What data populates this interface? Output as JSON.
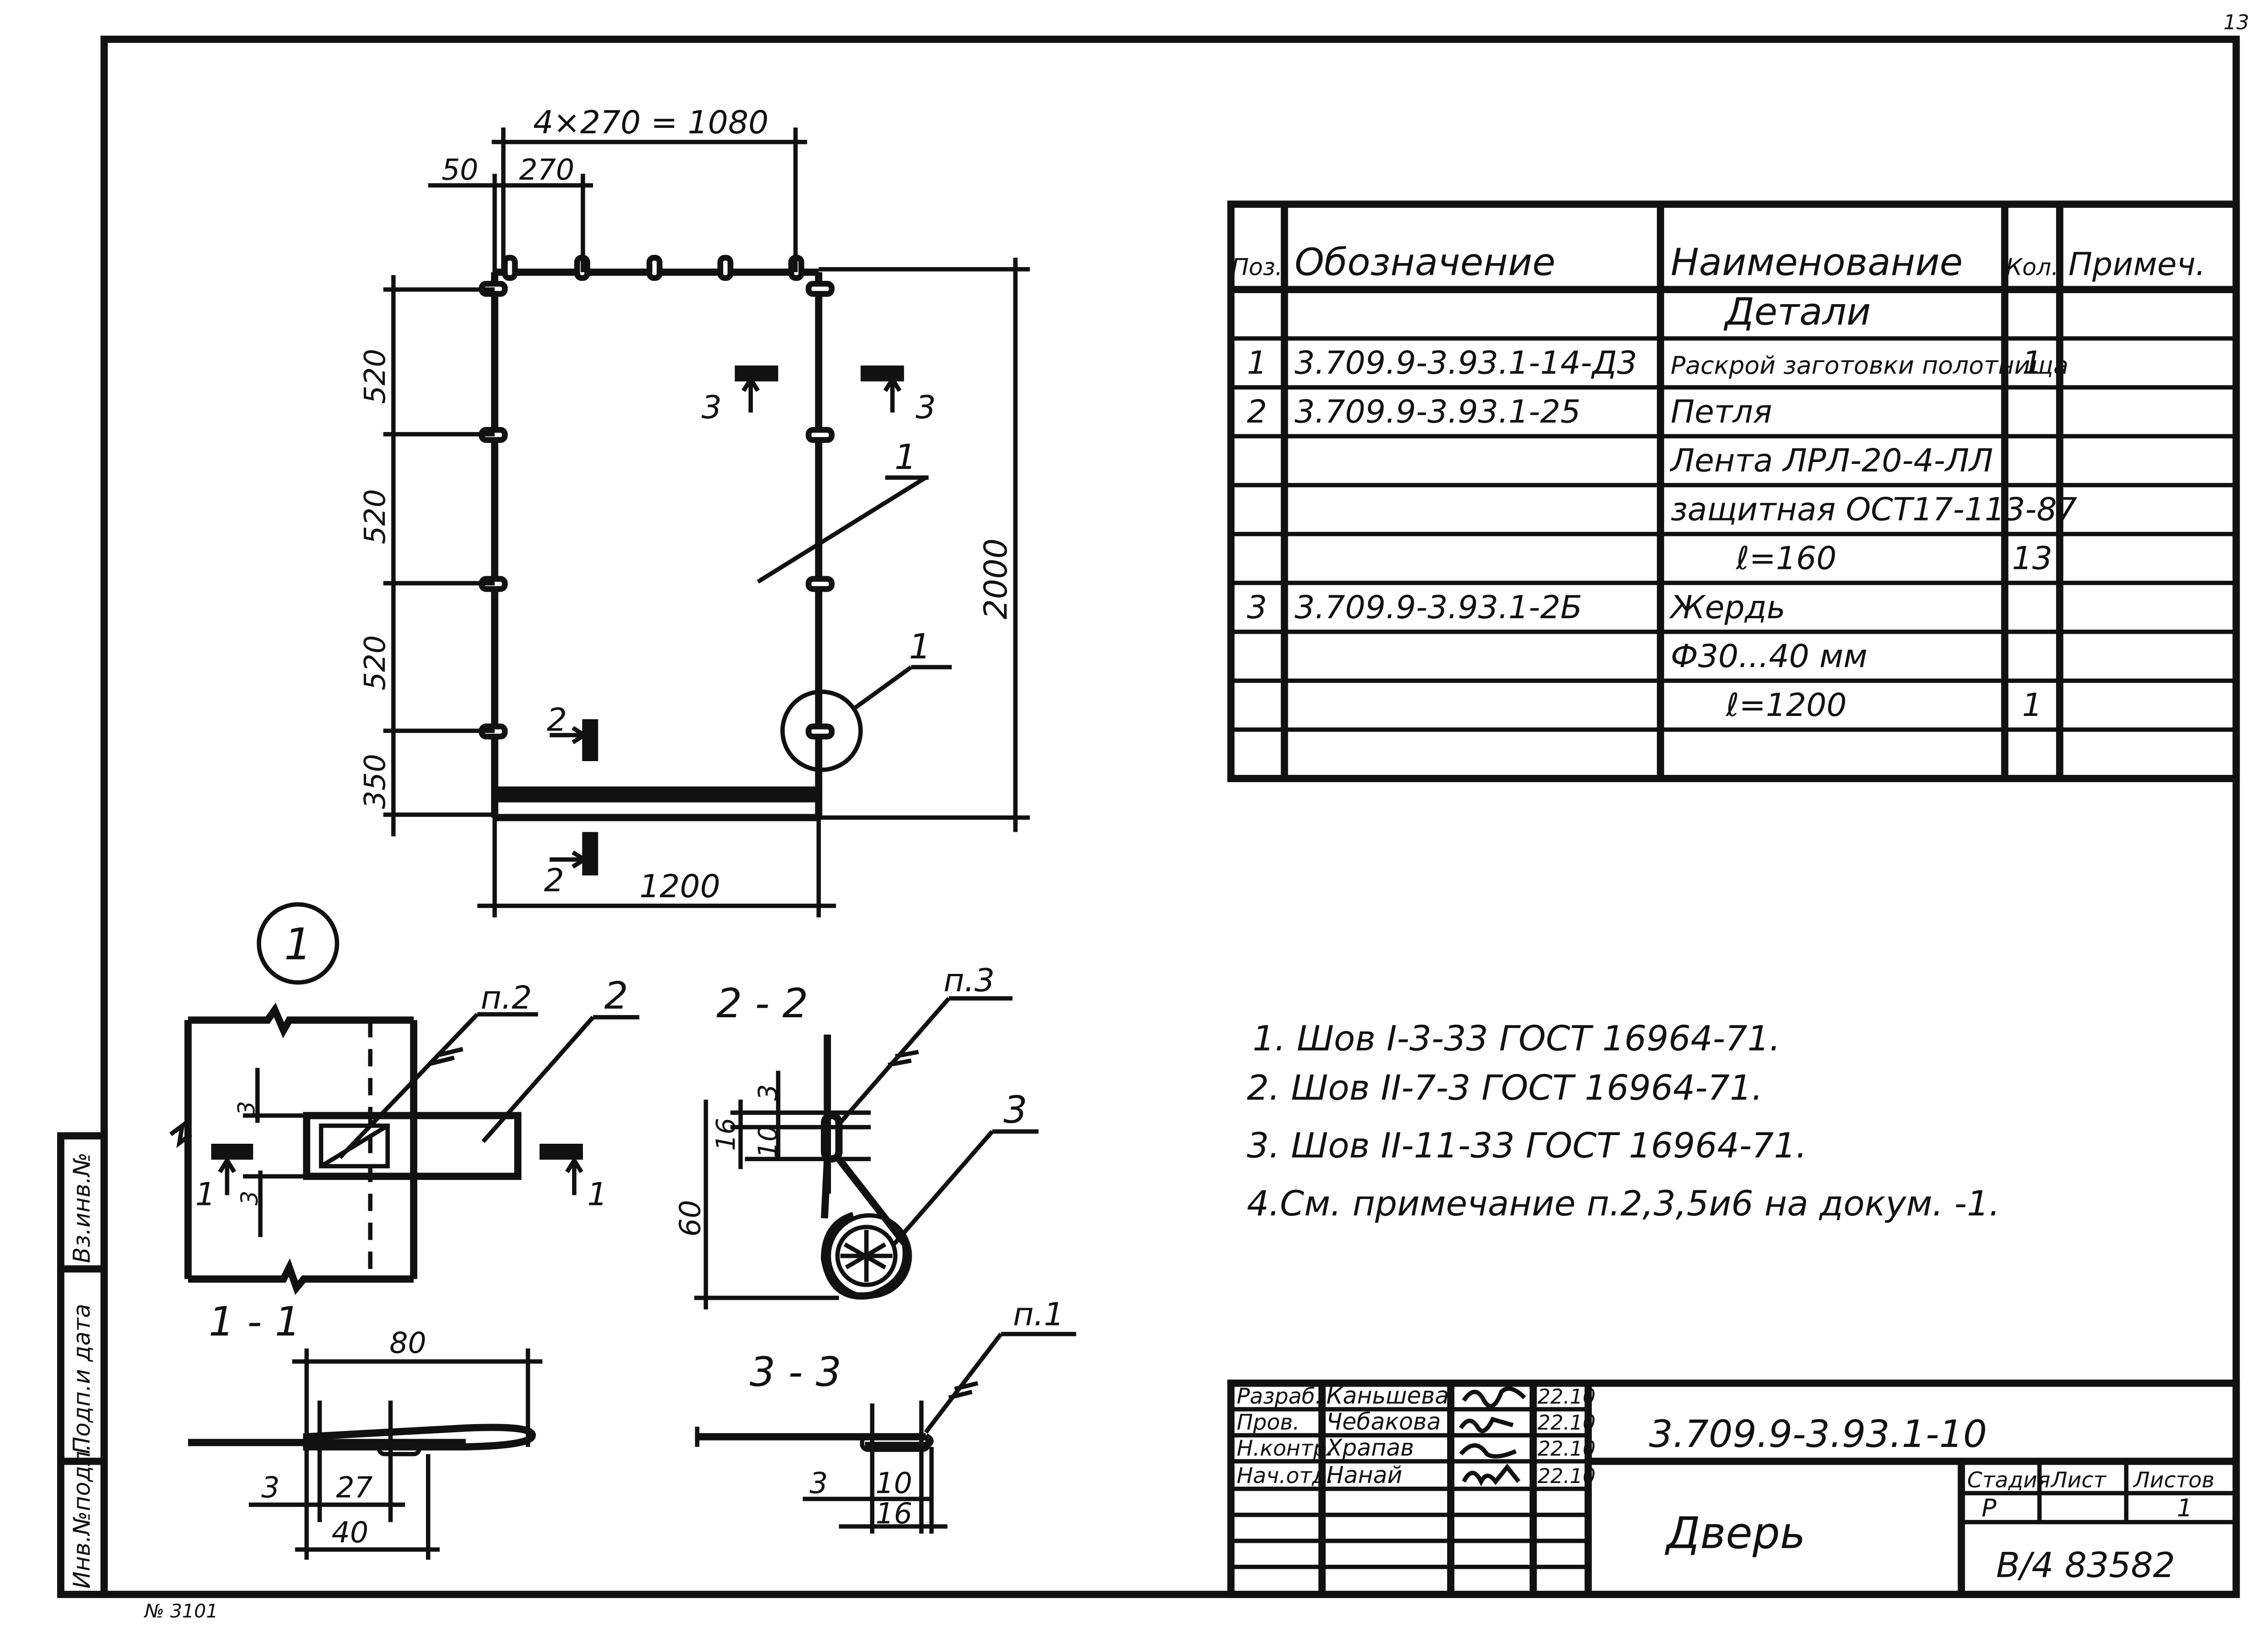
{
  "page_number": "13",
  "archive_note": "№ 3101",
  "side_stamp": {
    "inv_no": "Инв.№подл.",
    "sign_date": "Подп.и дата",
    "vz_inv": "Вз.инв.№"
  },
  "door_view": {
    "dim_top_total": "4×270 = 1080",
    "dim_50": "50",
    "dim_270": "270",
    "dim_520_a": "520",
    "dim_520_b": "520",
    "dim_520_c": "520",
    "dim_350": "350",
    "dim_2000": "2000",
    "dim_1200": "1200",
    "sec3_left": "3",
    "sec3_right": "3",
    "sec2_top": "2",
    "sec2_bottom": "2",
    "pos1_a": "1",
    "pos1_b": "1"
  },
  "detail1": {
    "callout": "1",
    "title": "1 - 1",
    "label_p2": "п.2",
    "pos2": "2",
    "cut_left": "1",
    "cut_right": "1",
    "dim3_top": "3",
    "dim3_bot": "3",
    "sub_dim80": "80",
    "sub_dim3": "3",
    "sub_dim27": "27",
    "sub_dim40": "40"
  },
  "section22": {
    "title": "2 - 2",
    "label_p3": "п.3",
    "pos3": "3",
    "dim3": "3",
    "dim10": "10",
    "dim16": "16",
    "dim60": "60"
  },
  "section33": {
    "title": "3 - 3",
    "label_p1": "п.1",
    "dim3": "3",
    "dim10": "10",
    "dim16": "16"
  },
  "spec_table": {
    "headers": [
      "Поз.",
      "Обозначение",
      "Наименование",
      "Кол.",
      "Примеч."
    ],
    "rows": [
      [
        "",
        "",
        "Детали",
        "",
        ""
      ],
      [
        "1",
        "3.709.9-3.93.1-14-Д3",
        "Раскрой заготовки полотнища",
        "1",
        ""
      ],
      [
        "2",
        "3.709.9-3.93.1-25",
        "Петля",
        "",
        ""
      ],
      [
        "",
        "",
        "Лента ЛРЛ-20-4-ЛЛ",
        "",
        ""
      ],
      [
        "",
        "",
        "защитная ОСТ17-113-87",
        "",
        ""
      ],
      [
        "",
        "",
        "ℓ=160",
        "13",
        ""
      ],
      [
        "3",
        "3.709.9-3.93.1-2Б",
        "Жердь",
        "",
        ""
      ],
      [
        "",
        "",
        "Ф30...40 мм",
        "",
        ""
      ],
      [
        "",
        "",
        "ℓ=1200",
        "1",
        ""
      ],
      [
        "",
        "",
        "",
        "",
        ""
      ]
    ]
  },
  "notes": [
    "1. Шов I-3-33   ГОСТ 16964-71.",
    "2. Шов II-7-3   ГОСТ 16964-71.",
    "3. Шов II-11-33  ГОСТ 16964-71.",
    "4.См. примечание п.2,3,5и6 на докум. -1."
  ],
  "title_block": {
    "roles": [
      "Разраб.",
      "Пров.",
      "Н.контр.",
      "Нач.отд."
    ],
    "names": [
      "Каньшева",
      "Чебакова",
      "Храпав",
      "Нанай"
    ],
    "dates": [
      "22.10",
      "22.10",
      "22.10",
      "22.10"
    ],
    "doc_code": "3.709.9-3.93.1-10",
    "doc_title": "Дверь",
    "stage_label": "Стадия",
    "sheet_label": "Лист",
    "sheets_label": "Листов",
    "stage_value": "Р",
    "sheet_value": "",
    "sheets_value": "1",
    "archive": "В/4 83582"
  }
}
